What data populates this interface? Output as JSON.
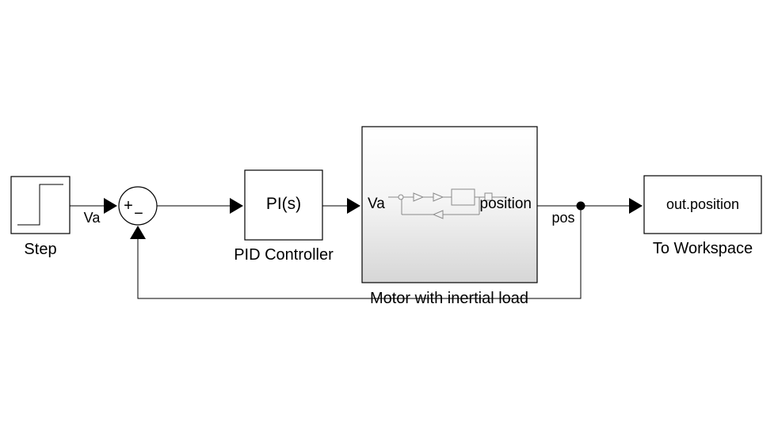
{
  "blocks": {
    "step": {
      "name": "Step"
    },
    "sum": {
      "plus": "+",
      "minus": "−"
    },
    "pid": {
      "label": "PI(s)",
      "name": "PID Controller"
    },
    "motor": {
      "in_port": "Va",
      "out_port": "position",
      "name": "Motor with inertial load"
    },
    "workspace": {
      "label": "out.position",
      "name": "To Workspace"
    }
  },
  "signals": {
    "va": "Va",
    "pos": "pos"
  },
  "colors": {
    "line": "#000000",
    "block_fill": "#ffffff",
    "subsystem_gradient_top": "#ffffff",
    "subsystem_gradient_bottom": "#d9d9d9",
    "thumbnail": "#8a8a8a"
  }
}
